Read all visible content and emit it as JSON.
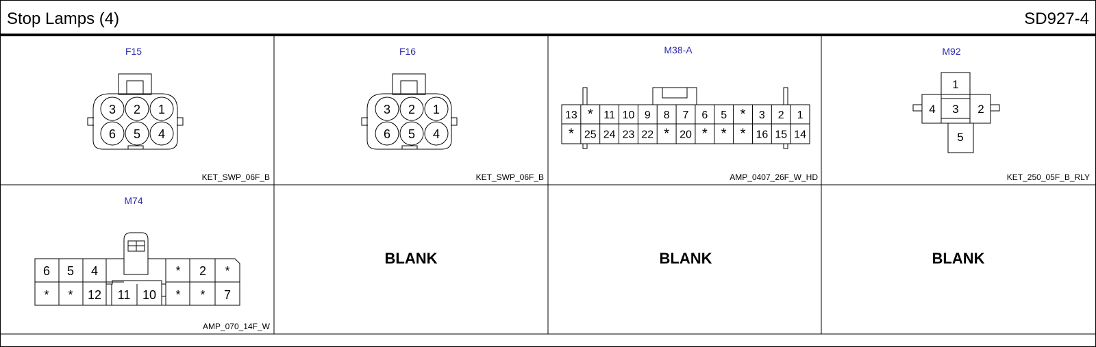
{
  "header": {
    "title": "Stop Lamps (4)",
    "code": "SD927-4"
  },
  "colors": {
    "connector_id": "#2a2aa8",
    "line": "#000000"
  },
  "connectors": [
    {
      "id": "F15",
      "part": "KET_SWP_06F_B",
      "type": "ket-6pin",
      "pins": {
        "top": [
          "3",
          "2",
          "1"
        ],
        "bottom": [
          "6",
          "5",
          "4"
        ]
      }
    },
    {
      "id": "F16",
      "part": "KET_SWP_06F_B",
      "type": "ket-6pin",
      "pins": {
        "top": [
          "3",
          "2",
          "1"
        ],
        "bottom": [
          "6",
          "5",
          "4"
        ]
      }
    },
    {
      "id": "M38-A",
      "part": "AMP_0407_26F_W_HD",
      "type": "amp-26pin",
      "pins": {
        "top": [
          "13",
          "*",
          "11",
          "10",
          "9",
          "8",
          "7",
          "6",
          "5",
          "*",
          "3",
          "2",
          "1"
        ],
        "bottom": [
          "*",
          "25",
          "24",
          "23",
          "22",
          "*",
          "20",
          "*",
          "*",
          "*",
          "16",
          "15",
          "14"
        ]
      }
    },
    {
      "id": "M92",
      "part": "KET_250_05F_B_RLY",
      "type": "relay-5pin",
      "pins": {
        "top": "1",
        "left": "4",
        "center": "3",
        "right": "2",
        "bottom": "5"
      }
    },
    {
      "id": "M74",
      "part": "AMP_070_14F_W",
      "type": "amp-14pin",
      "pins": {
        "left_top": [
          "6",
          "5",
          "4"
        ],
        "left_bottom": [
          "*",
          "*",
          "12"
        ],
        "center": [
          "11",
          "10"
        ],
        "right_top": [
          "*",
          "2",
          "*"
        ],
        "right_bottom": [
          "*",
          "*",
          "7"
        ]
      }
    }
  ],
  "blanks": [
    "BLANK",
    "BLANK",
    "BLANK"
  ]
}
